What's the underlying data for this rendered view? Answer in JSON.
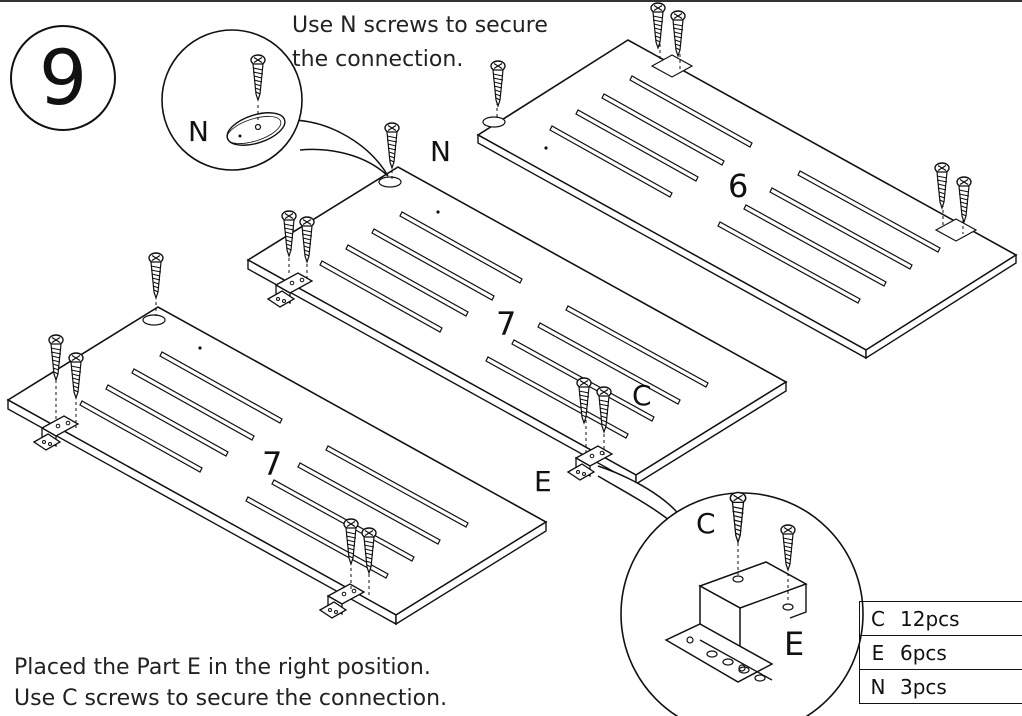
{
  "step_number": "9",
  "note_top": {
    "line1": "Use N screws to secure",
    "line2": "the connection."
  },
  "instructions": {
    "line1": "Placed the Part E in the right position.",
    "line2": "Use C screws to secure the connection."
  },
  "part_labels": {
    "n_callout": "N",
    "n_main": "N",
    "c_main": "C",
    "e_main": "E",
    "c_callout": "C",
    "e_callout": "E"
  },
  "panel_numbers": {
    "back_panel": "6",
    "middle_panel": "7",
    "front_panel": "7"
  },
  "parts_list": [
    {
      "code": "C",
      "qty": "12pcs"
    },
    {
      "code": "E",
      "qty": "6pcs"
    },
    {
      "code": "N",
      "qty": "3pcs"
    }
  ]
}
